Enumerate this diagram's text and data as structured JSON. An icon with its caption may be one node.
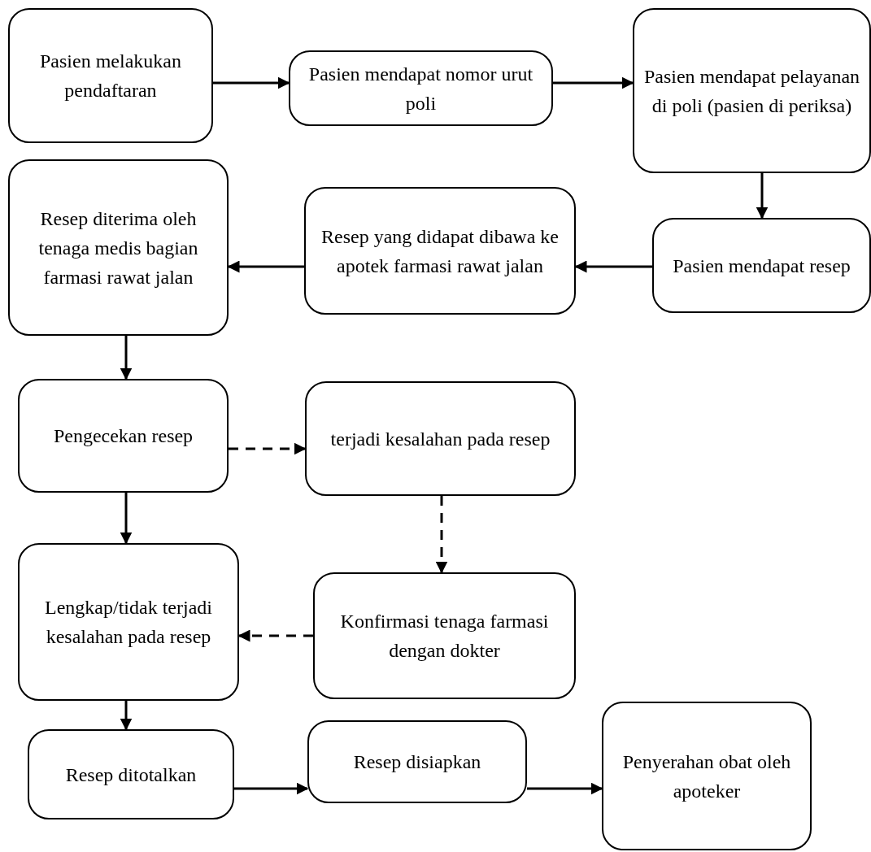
{
  "diagram": {
    "nodes": [
      {
        "text": [
          "Pasien melakukan pendaftaran"
        ]
      },
      {
        "text": [
          "Pasien mendapat nomor urut poli"
        ]
      },
      {
        "text": [
          "Pasien mendapat pelayanan di poli (pasien di periksa)"
        ]
      },
      {
        "text": [
          "Pasien mendapat resep"
        ]
      },
      {
        "text": [
          "Resep yang didapat dibawa ke apotek farmasi rawat jalan"
        ]
      },
      {
        "text": [
          "Resep diterima oleh tenaga medis bagian farmasi rawat jalan"
        ]
      },
      {
        "text": [
          "Pengecekan resep"
        ]
      },
      {
        "text": [
          "terjadi kesalahan pada resep"
        ]
      },
      {
        "text": [
          "Lengkap/tidak terjadi kesalahan pada resep"
        ]
      },
      {
        "text": [
          "Konfirmasi tenaga farmasi dengan dokter"
        ]
      },
      {
        "text": [
          "Resep ditotalkan"
        ]
      },
      {
        "text": [
          "Resep disiapkan"
        ]
      },
      {
        "text": [
          "Penyerahan obat oleh apoteker"
        ]
      }
    ],
    "edges": [
      {
        "from": 0,
        "to": 1,
        "arrow": "to"
      },
      {
        "from": 1,
        "to": 2,
        "arrow": "to"
      },
      {
        "from": 2,
        "to": 3,
        "arrow": "to"
      },
      {
        "from": 3,
        "to": 4,
        "arrow": "to"
      },
      {
        "from": 4,
        "to": 5,
        "arrow": "to"
      },
      {
        "from": 5,
        "to": 6,
        "arrow": "to"
      },
      {
        "from": 6,
        "to": 7,
        "arrow": "to",
        "style": "dashed"
      },
      {
        "from": 7,
        "to": 9,
        "arrow": "to",
        "style": "dashed"
      },
      {
        "from": 9,
        "to": 8,
        "arrow": "to",
        "style": "dashed"
      },
      {
        "from": 6,
        "to": 8,
        "arrow": "to"
      },
      {
        "from": 8,
        "to": 10,
        "arrow": "to"
      },
      {
        "from": 10,
        "to": 11,
        "arrow": "to"
      },
      {
        "from": 11,
        "to": 12,
        "arrow": "to"
      }
    ]
  }
}
